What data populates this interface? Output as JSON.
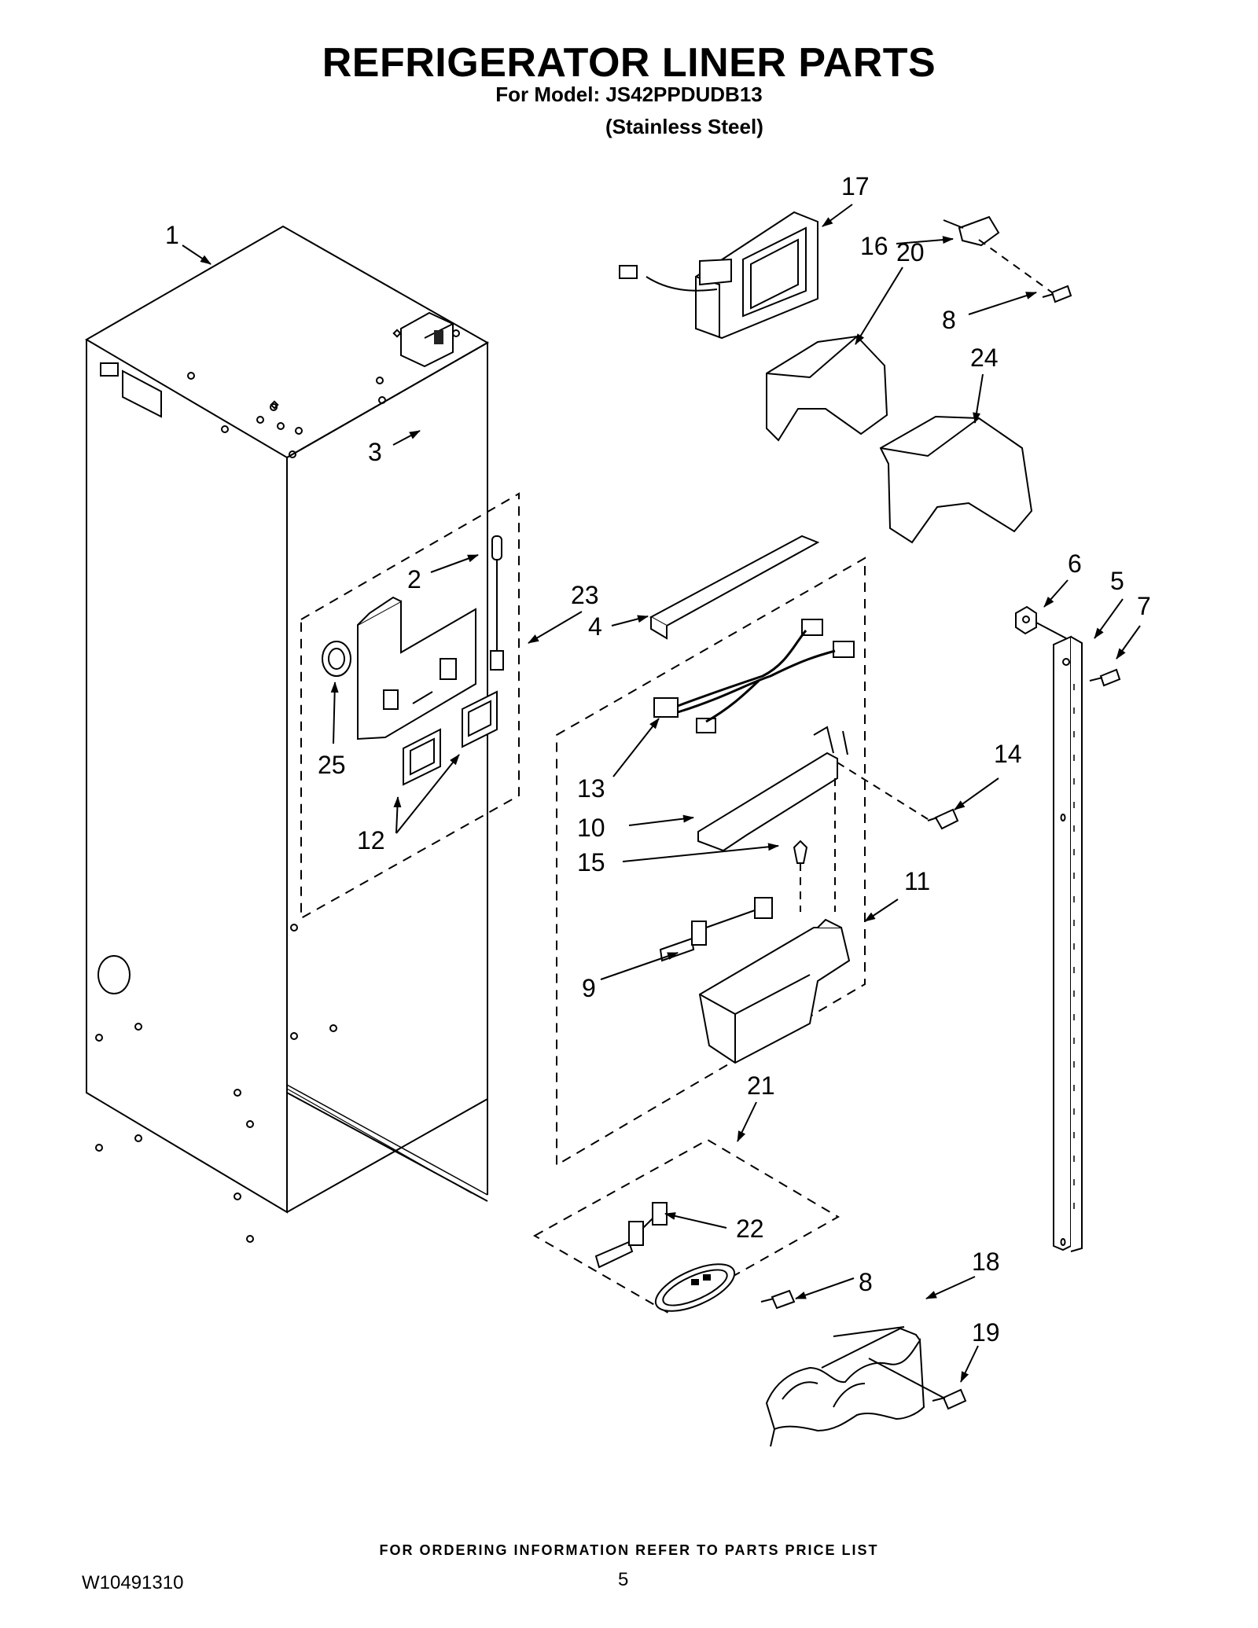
{
  "header": {
    "title": "REFRIGERATOR LINER PARTS",
    "model_line": "For Model: JS42PPDUDB13",
    "finish_line": "(Stainless Steel)"
  },
  "footer": {
    "ordering_note": "FOR ORDERING INFORMATION REFER TO PARTS PRICE LIST",
    "document_number": "W10491310",
    "page_number": "5"
  },
  "callouts": {
    "c1": "1",
    "c2": "2",
    "c3": "3",
    "c4": "4",
    "c5": "5",
    "c6": "6",
    "c7": "7",
    "c8a": "8",
    "c8b": "8",
    "c9": "9",
    "c10": "10",
    "c11": "11",
    "c12": "12",
    "c13": "13",
    "c14": "14",
    "c15": "15",
    "c16": "16",
    "c17": "17",
    "c18": "18",
    "c19": "19",
    "c20": "20",
    "c21": "21",
    "c22": "22",
    "c23": "23",
    "c24": "24",
    "c25": "25"
  }
}
